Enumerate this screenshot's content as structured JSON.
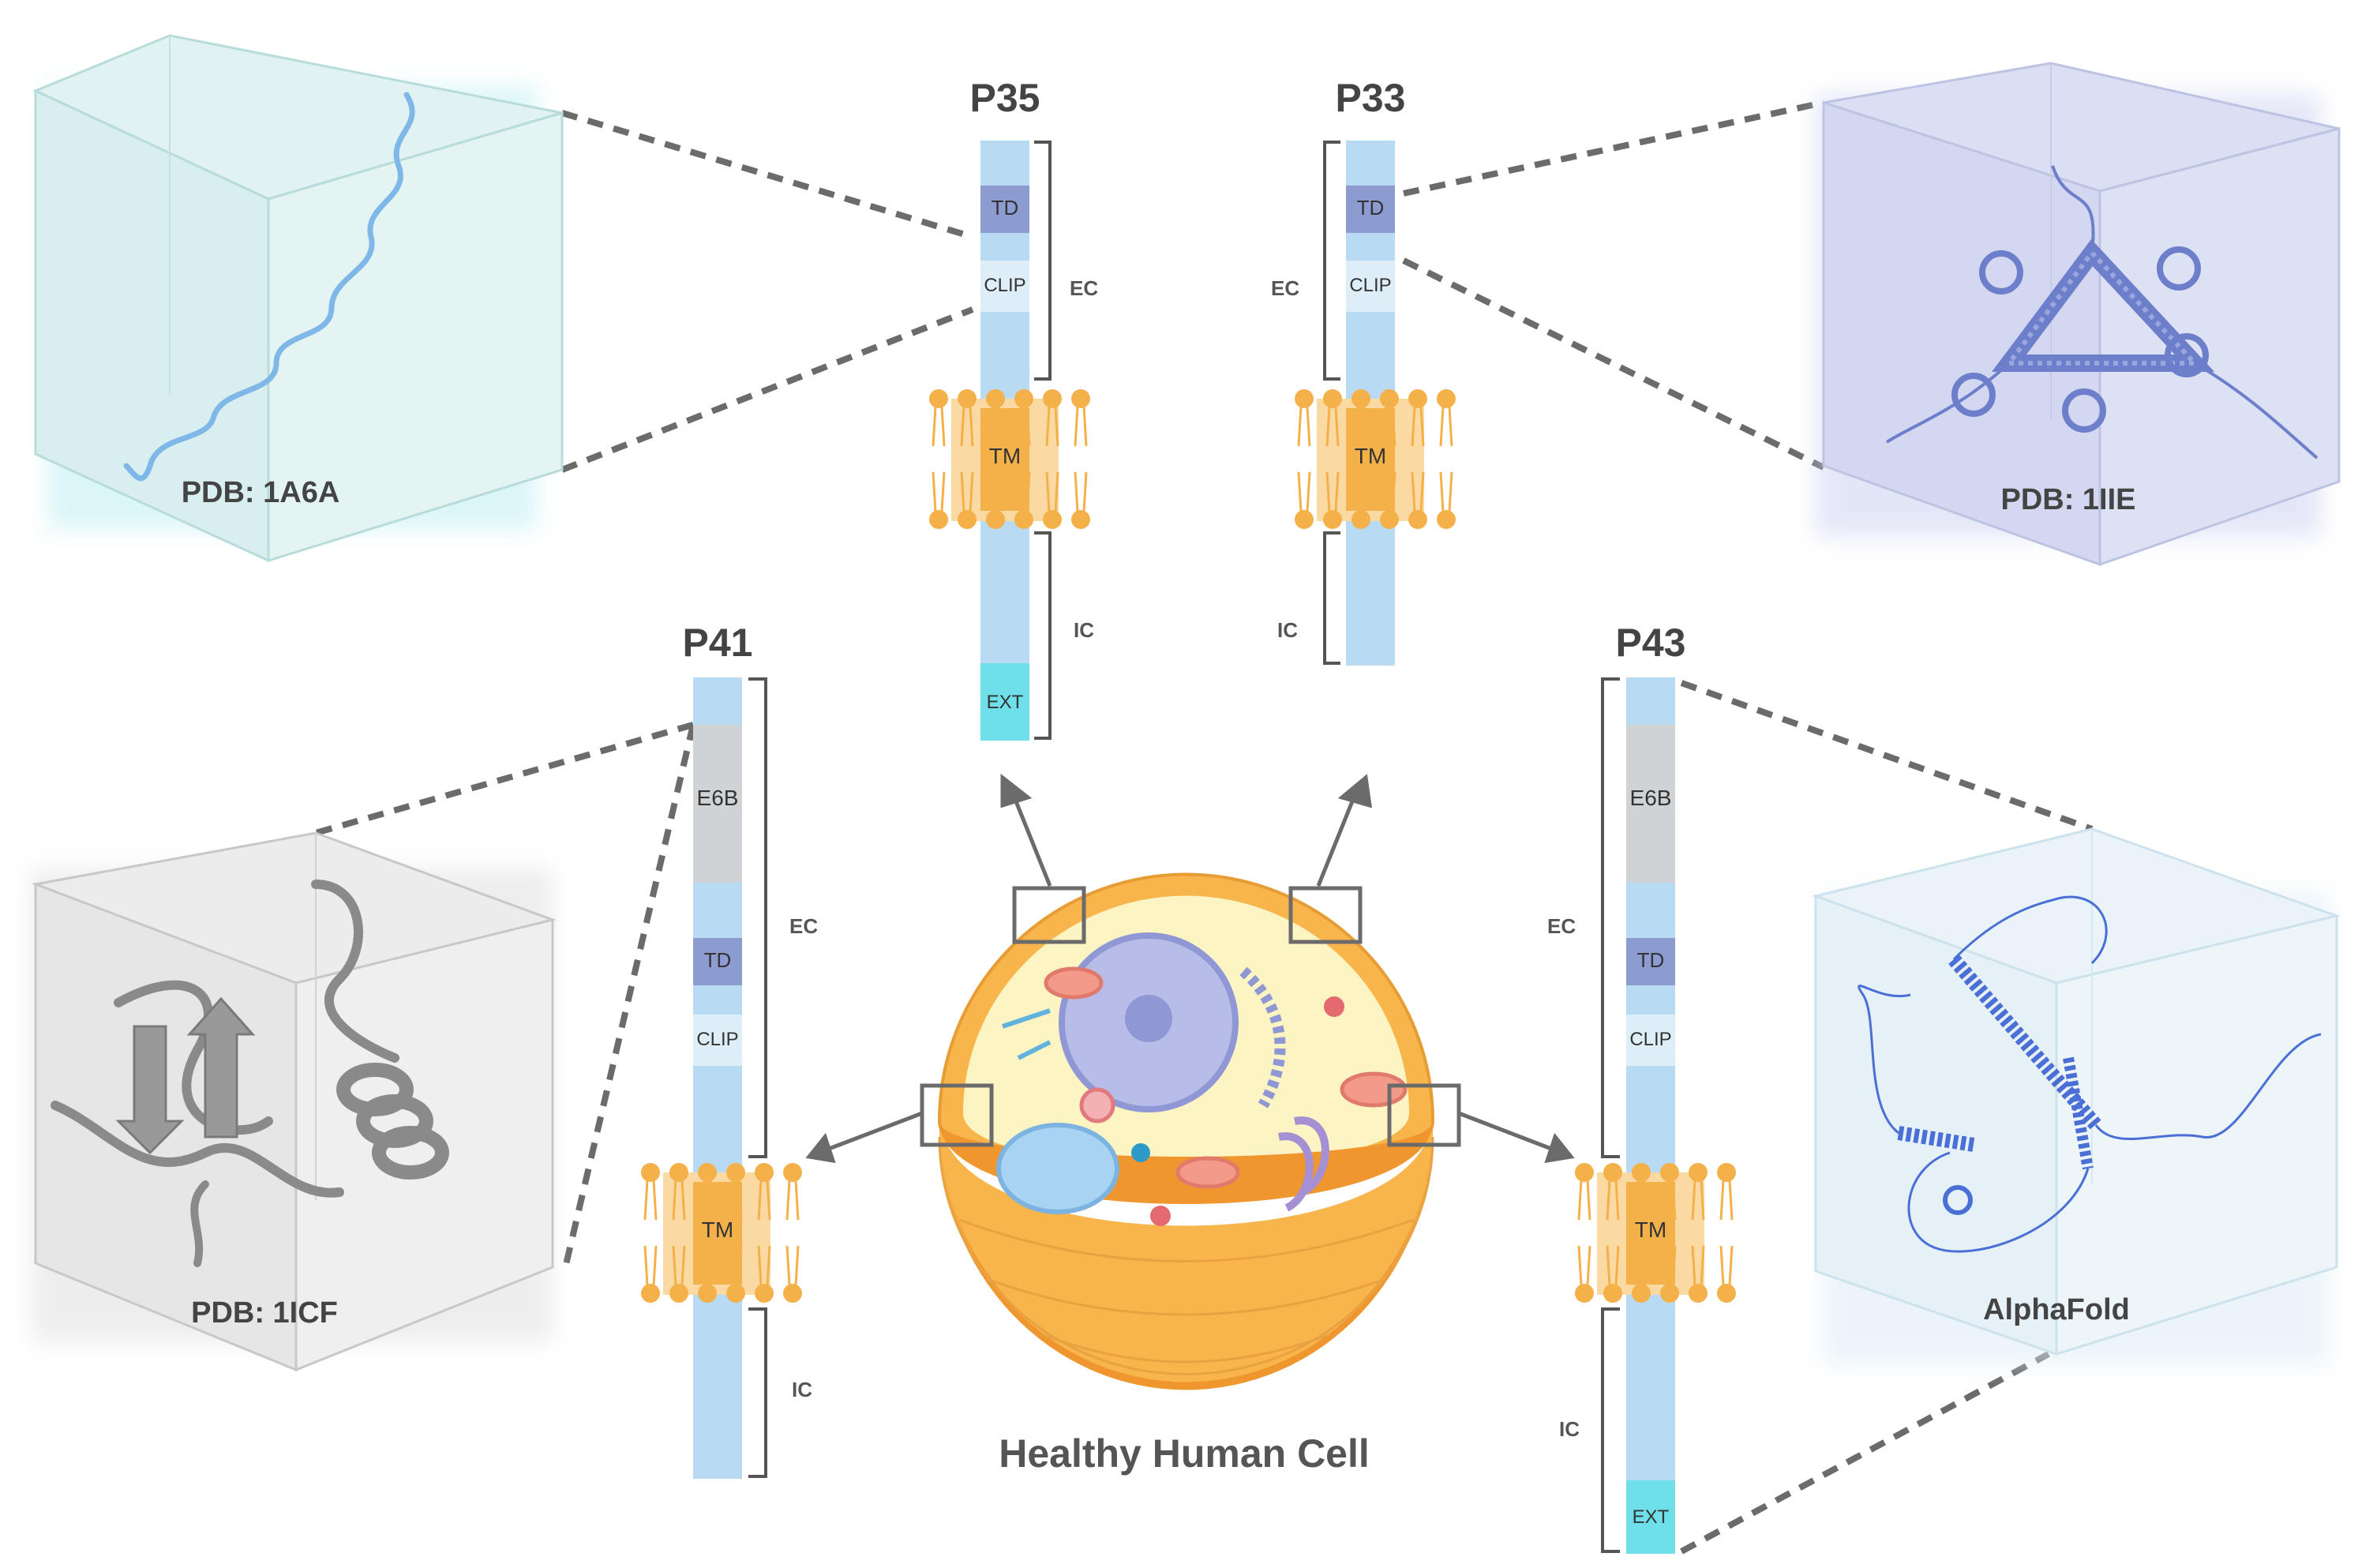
{
  "isoforms": [
    {
      "name": "P35",
      "domains": [
        "TD",
        "CLIP",
        "TM",
        "EXT"
      ],
      "ec_label": "EC",
      "ic_label": "IC"
    },
    {
      "name": "P33",
      "domains": [
        "TD",
        "CLIP",
        "TM"
      ],
      "ec_label": "EC",
      "ic_label": "IC"
    },
    {
      "name": "P41",
      "domains": [
        "E6B",
        "TD",
        "CLIP",
        "TM"
      ],
      "ec_label": "EC",
      "ic_label": "IC"
    },
    {
      "name": "P43",
      "domains": [
        "E6B",
        "TD",
        "CLIP",
        "TM",
        "EXT"
      ],
      "ec_label": "EC",
      "ic_label": "IC"
    }
  ],
  "structures": {
    "p35": "PDB: 1A6A",
    "p33": "PDB: 1IIE",
    "p41": "PDB: 1ICF",
    "p43": "AlphaFold"
  },
  "cell_label": "Healthy Human Cell",
  "colors": {
    "column": "#b8daf3",
    "td": "#8d9cd0",
    "clip": "#deeef8",
    "e6b": "#cfd3d6",
    "ext": "#6fe0ea",
    "membrane": "#f4b14a",
    "cell_orange": "#f7b54c",
    "cell_inner": "#fdf4c4",
    "text": "#444444"
  }
}
